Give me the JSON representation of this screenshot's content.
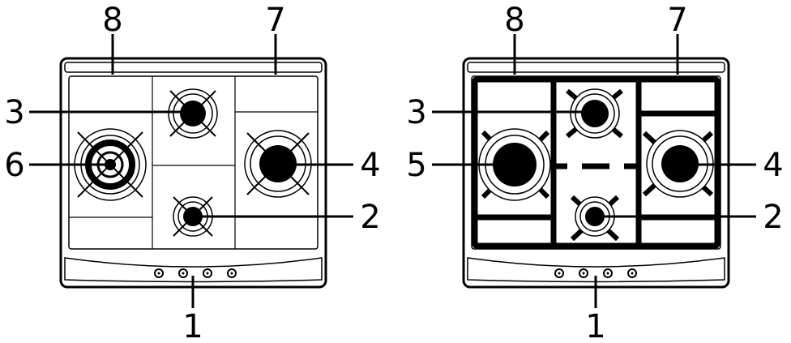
{
  "colors": {
    "ink": "#000000",
    "paper": "#ffffff"
  },
  "hob_left": {
    "callouts": {
      "top_left": "8",
      "top_right": "7",
      "left_upper": "3",
      "left_middle": "6",
      "right_middle": "4",
      "right_lower": "2",
      "bottom": "1"
    }
  },
  "hob_right": {
    "callouts": {
      "top_left": "8",
      "top_right": "7",
      "left_upper": "3",
      "left_middle": "5",
      "right_middle": "4",
      "right_lower": "2",
      "bottom": "1"
    }
  }
}
